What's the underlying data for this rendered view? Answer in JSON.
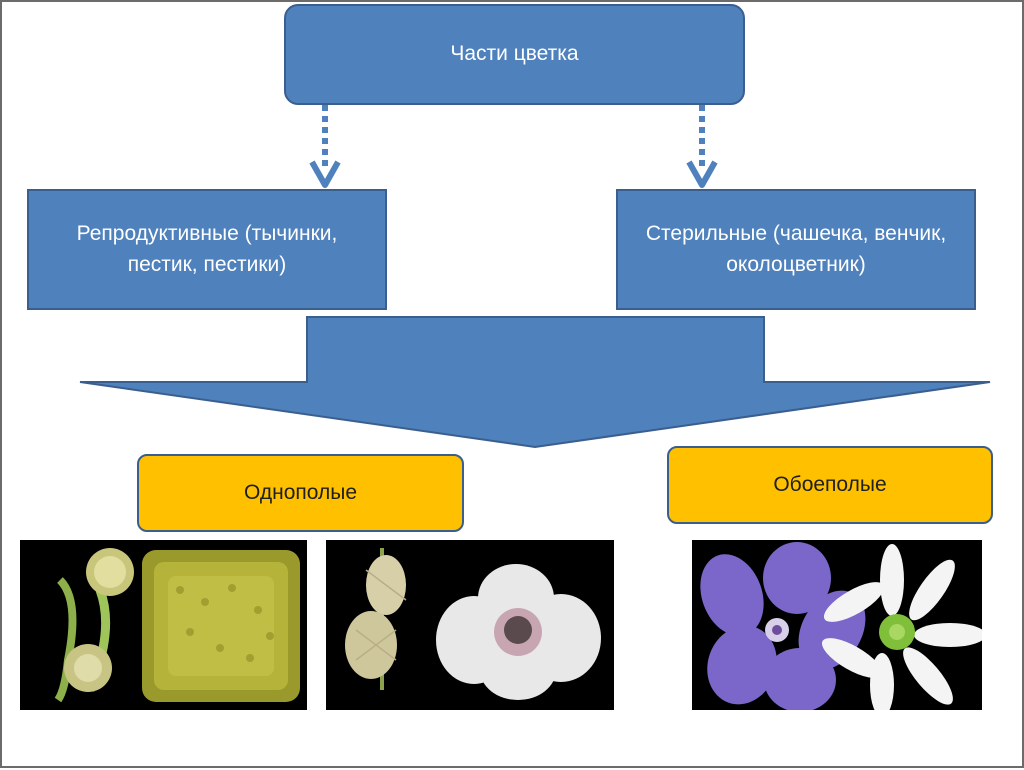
{
  "diagram": {
    "root_label": "Части цветка",
    "reproductive_label": "Репродуктивные (тычинки, пестик, пестики)",
    "sterile_label": "Стерильные (чашечка, венчик, околоцветник)",
    "unisexual_label": "Однополые",
    "bisexual_label": "Обоеполые"
  },
  "photos": [
    {
      "name": "unisexual-flower-photo-1",
      "icon": "spiky-flower-heads-and-pollen-photo"
    },
    {
      "name": "unisexual-flower-photo-2",
      "icon": "grass-spike-and-white-flower-photo"
    },
    {
      "name": "bisexual-flower-photo",
      "icon": "purple-and-white-flowers-photo"
    }
  ],
  "colors": {
    "box_blue": "#4f81bd",
    "box_gold": "#ffc000",
    "border": "#3a5f8e",
    "arrow_dotted": "#4f81bd"
  }
}
